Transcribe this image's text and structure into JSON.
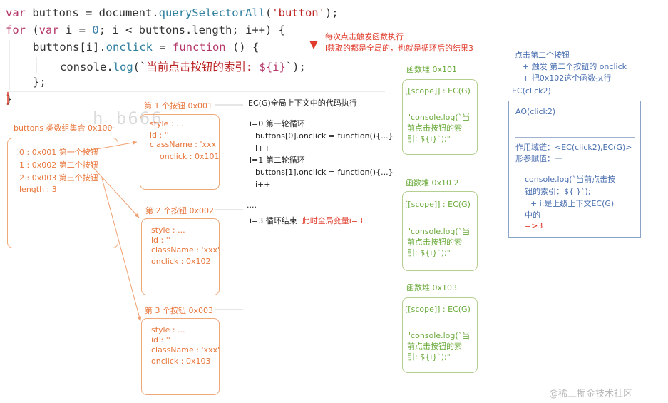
{
  "code": {
    "line1": {
      "kw": "var",
      "a": " buttons = document.",
      "fn": "querySelectorAll",
      "b": "(",
      "str": "'button'",
      "c": ");"
    },
    "line2": {
      "kw1": "for",
      "a": " (",
      "kw2": "var",
      "b": " i = ",
      "num": "0",
      "c": "; i < buttons.length; i++) {"
    },
    "line3": {
      "a": "buttons[i].",
      "fn": "onclick",
      "b": " = ",
      "kw": "function",
      "c": " () {"
    },
    "line4": {
      "a": "console.",
      "fn": "log",
      "b": "(`",
      "str": "当前点击按钮的索引: ",
      "c": "${i}",
      "d": "`);"
    },
    "line5": "};",
    "line6": "}"
  },
  "note_top": {
    "line1": "每次点击触发函数执行",
    "line2": "i获取的都是全局的，也就是循环后的结果3"
  },
  "buttons_collection": {
    "title": "buttons 类数组集合 0x100",
    "items": [
      "0 : 0x001  第一个按钮",
      "1 : 0x002  第二个按钮",
      "2 : 0x003  第三个按钮",
      "length : 3"
    ]
  },
  "watermark": "h_b666",
  "button_objects": [
    {
      "title": "第 1 个按钮 0x001",
      "lines": [
        "style : ...",
        "id : ''",
        "className : 'xxx'",
        "onclick : 0x101"
      ]
    },
    {
      "title": "第 2 个按钮 0x002",
      "lines": [
        "style : ...",
        "id : ''",
        "className : 'xxx'",
        "onclick : 0x102"
      ]
    },
    {
      "title": "第 3 个按钮 0x003",
      "lines": [
        "style : ...",
        "id : ''",
        "className : 'xxx'",
        "onclick : 0x103"
      ]
    }
  ],
  "global_ec": {
    "title": "EC(G)全局上下文中的代码执行",
    "lines": [
      "i=0  第一轮循环",
      "buttons[0].onclick = function(){...}",
      "i++",
      "i=1 第二轮循环",
      "buttons[1].onclick = function(){...}",
      "i++",
      "....",
      "i=3  循环结束"
    ],
    "end_note": "此时全局变量i=3"
  },
  "heaps": [
    {
      "title": "函数堆 0x101",
      "scope": "[[scope]] : EC(G)",
      "code": [
        "\"console.log(`当",
        "前点击按钮的索",
        "引: ${i}`);\""
      ]
    },
    {
      "title": "函数堆 0x10 2",
      "scope": "[[scope]] : EC(G)",
      "code": [
        "\"console.log(`当",
        "前点击按钮的索",
        "引: ${i}`);\""
      ]
    },
    {
      "title": "函数堆 0x103",
      "scope": "[[scope]] : EC(G)",
      "code": [
        "\"console.log(`当",
        "前点击按钮的索",
        "引: ${i}`);\""
      ]
    }
  ],
  "click_note": {
    "title": "点击第二个按钮",
    "lines": [
      "+ 触发 第二个按钮的 onclick",
      "+ 把0x102这个函数执行"
    ]
  },
  "ec_click": {
    "label": "EC(click2)",
    "ao": "AO(click2)",
    "scope_chain": "作用域链：<EC(click2),EC(G)>",
    "params": "形参赋值：一",
    "body": [
      "console.log(`当前点击按",
      "钮的索引：${i}`);",
      "+ i:是上级上下文EC(G)",
      "中的"
    ],
    "result": "=>3"
  },
  "footer": "@稀土掘金技术社区",
  "colors": {
    "orange": "#e8763b",
    "red": "#e03c2c",
    "green": "#6aaa3a",
    "blue": "#4a6fb0"
  }
}
